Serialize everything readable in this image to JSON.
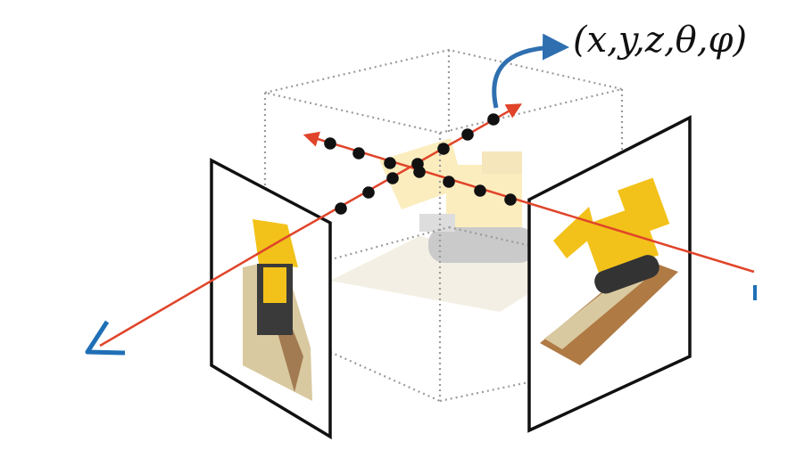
{
  "diagram": {
    "coordinate_label": "(x,y,z,θ,φ)",
    "colors": {
      "ray": "#e0442a",
      "camera": "#1f6fb6",
      "curve_arrow": "#2f6fb0",
      "sample_point": "#111111",
      "bounding_box": "#9a9a9a",
      "frame": "#111111",
      "bulldozer_yellow": "#f2c21a",
      "baseplate_tan": "#d9c9a0"
    },
    "icons": [
      "camera-icon",
      "sample-point",
      "bulldozer-image"
    ]
  }
}
